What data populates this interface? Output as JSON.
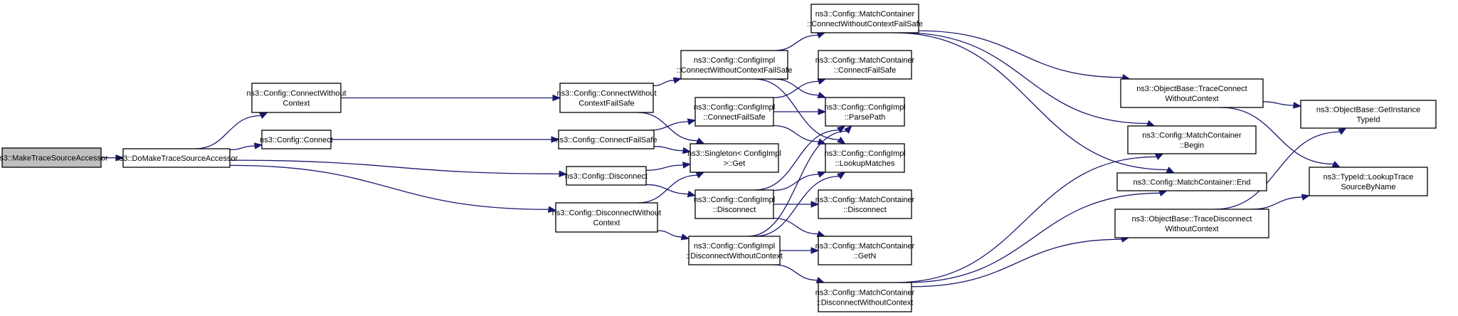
{
  "colors": {
    "edge": "#191970",
    "root_fill": "#bfbfbf",
    "node_fill": "#ffffff",
    "border": "#000000"
  },
  "nodes": [
    {
      "id": "make",
      "lines": [
        "ns3::MakeTraceSourceAccessor"
      ],
      "root": true
    },
    {
      "id": "domake",
      "lines": [
        "ns3::DoMakeTraceSourceAccessor"
      ]
    },
    {
      "id": "cwc",
      "lines": [
        "ns3::Config::ConnectWithout",
        "Context"
      ]
    },
    {
      "id": "connect",
      "lines": [
        "ns3::Config::Connect"
      ]
    },
    {
      "id": "disconnect",
      "lines": [
        "ns3::Config::Disconnect"
      ]
    },
    {
      "id": "dwc",
      "lines": [
        "ns3::Config::DisconnectWithout",
        "Context"
      ]
    },
    {
      "id": "cwcfs",
      "lines": [
        "ns3::Config::ConnectWithout",
        "ContextFailSafe"
      ]
    },
    {
      "id": "cfs",
      "lines": [
        "ns3::Config::ConnectFailSafe"
      ]
    },
    {
      "id": "impl_cwcfs",
      "lines": [
        "ns3::Config::ConfigImpl",
        "::ConnectWithoutContextFailSafe"
      ]
    },
    {
      "id": "impl_cfs",
      "lines": [
        "ns3::Config::ConfigImpl",
        "::ConnectFailSafe"
      ]
    },
    {
      "id": "singleton",
      "lines": [
        "ns3::Singleton< ConfigImpl",
        ">::Get"
      ]
    },
    {
      "id": "impl_disc",
      "lines": [
        "ns3::Config::ConfigImpl",
        "::Disconnect"
      ]
    },
    {
      "id": "impl_dwc",
      "lines": [
        "ns3::Config::ConfigImpl",
        "::DisconnectWithoutContext"
      ]
    },
    {
      "id": "mc_cwcfs",
      "lines": [
        "ns3::Config::MatchContainer",
        "::ConnectWithoutContextFailSafe"
      ]
    },
    {
      "id": "mc_cfs",
      "lines": [
        "ns3::Config::MatchContainer",
        "::ConnectFailSafe"
      ]
    },
    {
      "id": "parse",
      "lines": [
        "ns3::Config::ConfigImpl",
        "::ParsePath"
      ]
    },
    {
      "id": "lookup",
      "lines": [
        "ns3::Config::ConfigImpl",
        "::LookupMatches"
      ]
    },
    {
      "id": "mc_disc",
      "lines": [
        "ns3::Config::MatchContainer",
        "::Disconnect"
      ]
    },
    {
      "id": "mc_getn",
      "lines": [
        "ns3::Config::MatchContainer",
        "::GetN"
      ]
    },
    {
      "id": "mc_dwc",
      "lines": [
        "ns3::Config::MatchContainer",
        "::DisconnectWithoutContext"
      ]
    },
    {
      "id": "tcwc",
      "lines": [
        "ns3::ObjectBase::TraceConnect",
        "WithoutContext"
      ]
    },
    {
      "id": "begin",
      "lines": [
        "ns3::Config::MatchContainer",
        "::Begin"
      ]
    },
    {
      "id": "end",
      "lines": [
        "ns3::Config::MatchContainer::End"
      ]
    },
    {
      "id": "tdwc",
      "lines": [
        "ns3::ObjectBase::TraceDisconnect",
        "WithoutContext"
      ]
    },
    {
      "id": "gettid",
      "lines": [
        "ns3::ObjectBase::GetInstance",
        "TypeId"
      ]
    },
    {
      "id": "lookuptrace",
      "lines": [
        "ns3::TypeId::LookupTrace",
        "SourceByName"
      ]
    }
  ],
  "edges": [
    [
      "make",
      "domake"
    ],
    [
      "domake",
      "cwc"
    ],
    [
      "domake",
      "connect"
    ],
    [
      "domake",
      "disconnect"
    ],
    [
      "domake",
      "dwc"
    ],
    [
      "cwc",
      "cwcfs"
    ],
    [
      "connect",
      "cfs"
    ],
    [
      "cwcfs",
      "impl_cwcfs"
    ],
    [
      "cwcfs",
      "singleton"
    ],
    [
      "cfs",
      "impl_cfs"
    ],
    [
      "cfs",
      "singleton"
    ],
    [
      "disconnect",
      "singleton"
    ],
    [
      "disconnect",
      "impl_disc"
    ],
    [
      "dwc",
      "singleton"
    ],
    [
      "dwc",
      "impl_dwc"
    ],
    [
      "impl_cwcfs",
      "mc_cwcfs"
    ],
    [
      "impl_cwcfs",
      "parse"
    ],
    [
      "impl_cwcfs",
      "lookup"
    ],
    [
      "impl_cfs",
      "mc_cfs"
    ],
    [
      "impl_cfs",
      "parse"
    ],
    [
      "impl_cfs",
      "lookup"
    ],
    [
      "impl_disc",
      "parse"
    ],
    [
      "impl_disc",
      "lookup"
    ],
    [
      "impl_disc",
      "mc_disc"
    ],
    [
      "impl_disc",
      "mc_getn"
    ],
    [
      "impl_dwc",
      "parse"
    ],
    [
      "impl_dwc",
      "lookup"
    ],
    [
      "impl_dwc",
      "mc_getn"
    ],
    [
      "impl_dwc",
      "mc_dwc"
    ],
    [
      "mc_cwcfs",
      "tcwc"
    ],
    [
      "mc_cwcfs",
      "begin"
    ],
    [
      "mc_cwcfs",
      "end"
    ],
    [
      "mc_dwc",
      "begin"
    ],
    [
      "mc_dwc",
      "end"
    ],
    [
      "mc_dwc",
      "tdwc"
    ],
    [
      "tcwc",
      "gettid"
    ],
    [
      "tcwc",
      "lookuptrace"
    ],
    [
      "tdwc",
      "gettid"
    ],
    [
      "tdwc",
      "lookuptrace"
    ]
  ]
}
